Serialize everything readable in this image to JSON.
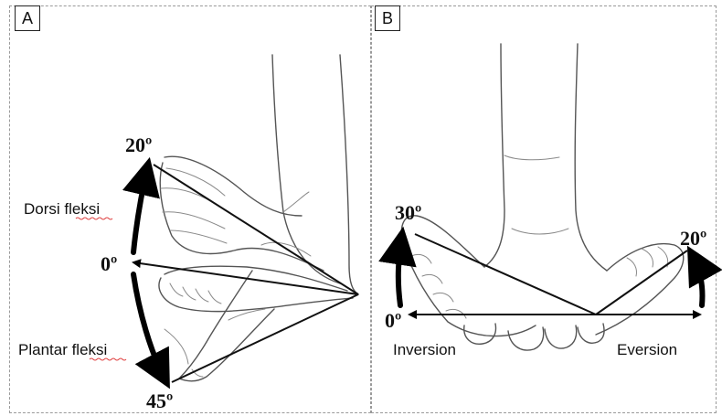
{
  "panel_a": {
    "label": "A",
    "deg_top": "20º",
    "deg_mid": "0º",
    "deg_bottom": "45º",
    "motion_top": "Dorsi fleksi",
    "motion_bottom": "Plantar fleksi"
  },
  "panel_b": {
    "label": "B",
    "deg_left_top": "30º",
    "deg_left_zero": "0º",
    "deg_right_top": "20º",
    "motion_left": "Inversion",
    "motion_right": "Eversion"
  }
}
